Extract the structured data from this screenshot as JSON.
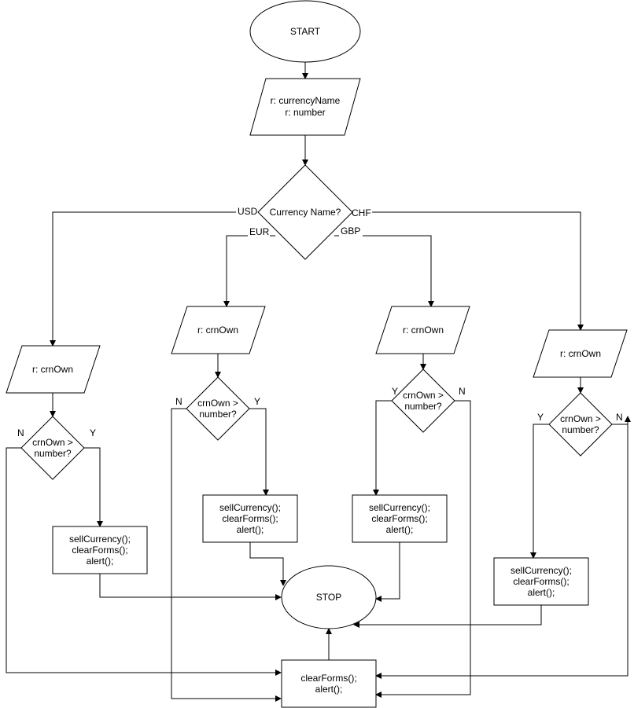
{
  "nodes": {
    "start": {
      "text": "START"
    },
    "input_main": {
      "line1": "r: currencyName",
      "line2": "r: number"
    },
    "decision_main": {
      "text": "Currency Name?"
    },
    "usd_input": {
      "text": "r: crnOwn"
    },
    "usd_decision": {
      "line1": "crnOwn >",
      "line2": "number?"
    },
    "usd_sell": {
      "line1": "sellCurrency();",
      "line2": "clearForms();",
      "line3": "alert();"
    },
    "eur_input": {
      "text": "r: crnOwn"
    },
    "eur_decision": {
      "line1": "crnOwn >",
      "line2": "number?"
    },
    "eur_sell": {
      "line1": "sellCurrency();",
      "line2": "clearForms();",
      "line3": "alert();"
    },
    "gbp_input": {
      "text": "r: crnOwn"
    },
    "gbp_decision": {
      "line1": "crnOwn >",
      "line2": "number?"
    },
    "gbp_sell": {
      "line1": "sellCurrency();",
      "line2": "clearForms();",
      "line3": "alert();"
    },
    "chf_input": {
      "text": "r: crnOwn"
    },
    "chf_decision": {
      "line1": "crnOwn >",
      "line2": "number?"
    },
    "chf_sell": {
      "line1": "sellCurrency();",
      "line2": "clearForms();",
      "line3": "alert();"
    },
    "stop": {
      "text": "STOP"
    },
    "error": {
      "line1": "clearForms();",
      "line2": "alert();"
    }
  },
  "edge_labels": {
    "usd": "USD",
    "eur": "EUR",
    "gbp": "GBP",
    "chf": "CHF",
    "usd_no": "N",
    "usd_yes": "Y",
    "eur_no": "N",
    "eur_yes": "Y",
    "gbp_yes": "Y",
    "gbp_no": "N",
    "chf_yes": "Y",
    "chf_no": "N"
  }
}
